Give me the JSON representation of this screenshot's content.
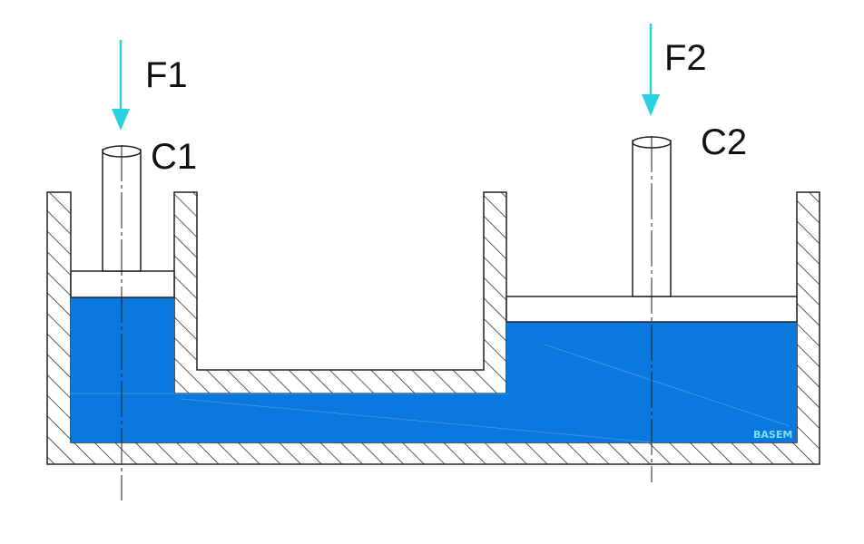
{
  "labels": {
    "force_left": "F1",
    "force_right": "F2",
    "cylinder_left": "C1",
    "cylinder_right": "C2"
  },
  "watermark": "BASEM",
  "colors": {
    "fluid": "#0a78de",
    "arrow": "#2bd3e0",
    "outline": "#222222",
    "hatch": "#333333",
    "background": "#ffffff",
    "watermark": "#7de0f0"
  },
  "icons": {
    "force_arrow": "arrow-down-icon",
    "hatch_pattern": "diagonal-hatching"
  }
}
